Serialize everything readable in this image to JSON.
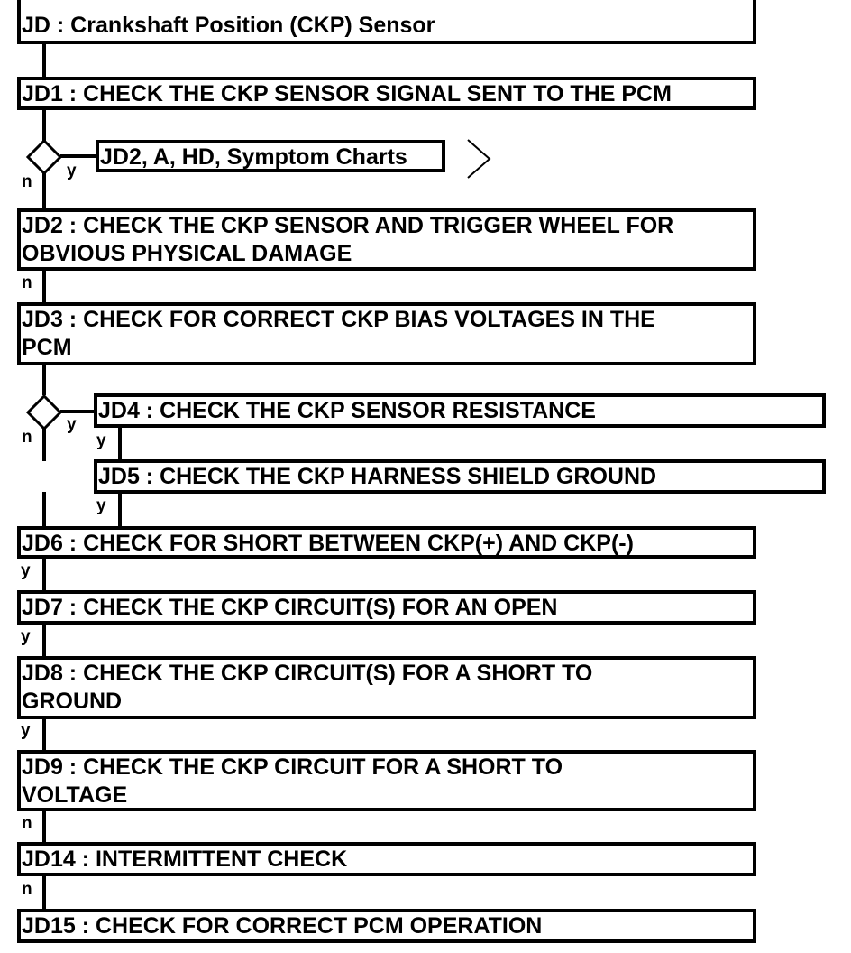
{
  "title": "JD : Crankshaft Position (CKP) Sensor",
  "steps": {
    "jd1": "JD1 : CHECK THE CKP SENSOR SIGNAL SENT TO THE PCM",
    "ref": "JD2, A, HD, Symptom Charts",
    "jd2": "JD2 : CHECK THE CKP SENSOR AND TRIGGER WHEEL FOR\nOBVIOUS PHYSICAL DAMAGE",
    "jd3": "JD3 : CHECK FOR CORRECT CKP BIAS VOLTAGES IN THE\nPCM",
    "jd4": "JD4 : CHECK THE CKP SENSOR RESISTANCE",
    "jd5": "JD5 : CHECK THE CKP HARNESS SHIELD GROUND",
    "jd6": "JD6 : CHECK FOR SHORT BETWEEN CKP(+) AND CKP(-)",
    "jd7": "JD7 : CHECK THE CKP CIRCUIT(S) FOR AN OPEN",
    "jd8": "JD8 : CHECK THE CKP CIRCUIT(S) FOR A SHORT TO\nGROUND",
    "jd9": "JD9 : CHECK THE CKP CIRCUIT FOR A SHORT TO\nVOLTAGE",
    "jd14": "JD14 : INTERMITTENT CHECK",
    "jd15": "JD15 : CHECK FOR CORRECT PCM OPERATION"
  },
  "labels": {
    "yes": "y",
    "no": "n"
  }
}
